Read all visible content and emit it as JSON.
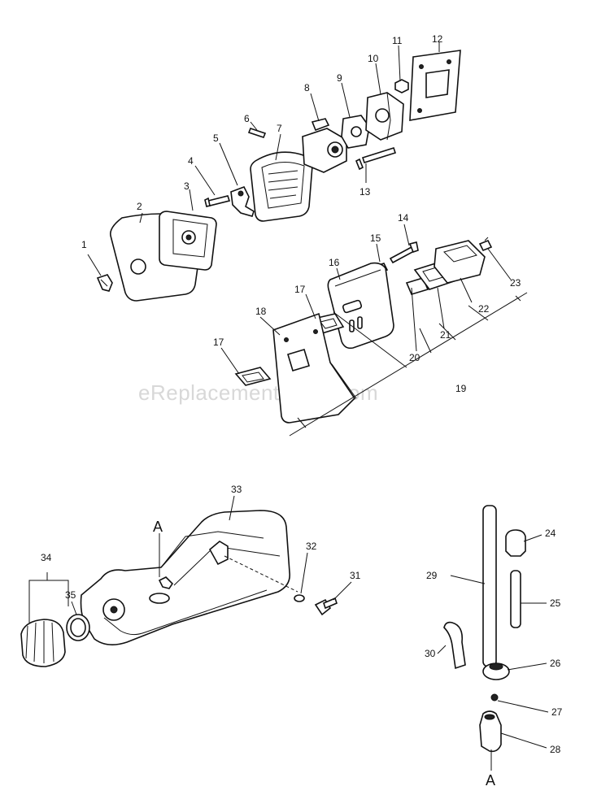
{
  "watermark": "eReplacementParts.com",
  "labels": {
    "p1": "1",
    "p2": "2",
    "p3": "3",
    "p4": "4",
    "p5": "5",
    "p6": "6",
    "p7": "7",
    "p8": "8",
    "p9": "9",
    "p10": "10",
    "p11": "11",
    "p12": "12",
    "p13": "13",
    "p14": "14",
    "p15": "15",
    "p16": "16",
    "p17a": "17",
    "p17b": "17",
    "p18": "18",
    "p19": "19",
    "p20": "20",
    "p21": "21",
    "p22": "22",
    "p23": "23",
    "p24": "24",
    "p25": "25",
    "p26": "26",
    "p27": "27",
    "p28": "28",
    "p29": "29",
    "p30": "30",
    "p31": "31",
    "p32": "32",
    "p33": "33",
    "p34": "34",
    "p35": "35",
    "refA1": "A",
    "refA2": "A"
  }
}
